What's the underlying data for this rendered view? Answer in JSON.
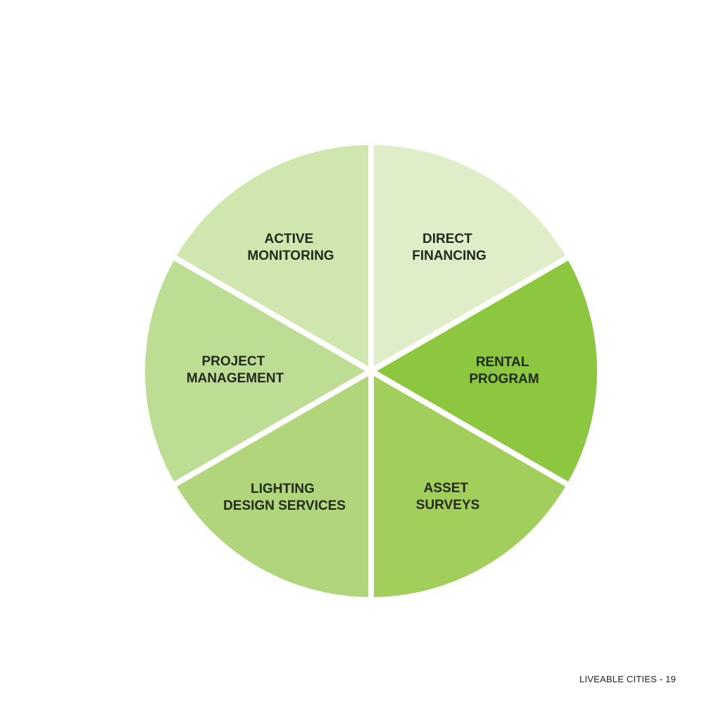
{
  "wheel": {
    "colors": {
      "direct-financing": "#dfedc9",
      "rental-program": "#8dc63f",
      "asset-surveys": "#a2ce5c",
      "lighting-design-services": "#b0d57b",
      "project-management": "#bedd94",
      "active-monitoring": "#cfe6ae"
    },
    "segments": [
      {
        "key": "direct-financing",
        "lines": [
          "DIRECT",
          "FINANCING"
        ]
      },
      {
        "key": "rental-program",
        "lines": [
          "RENTAL",
          "PROGRAM"
        ]
      },
      {
        "key": "asset-surveys",
        "lines": [
          "ASSET",
          "SURVEYS"
        ]
      },
      {
        "key": "lighting-design-services",
        "lines": [
          "LIGHTING",
          "DESIGN SERVICES"
        ]
      },
      {
        "key": "project-management",
        "lines": [
          "PROJECT",
          "MANAGEMENT"
        ]
      },
      {
        "key": "active-monitoring",
        "lines": [
          "ACTIVE",
          "MONITORING"
        ]
      }
    ]
  },
  "footer": {
    "text": "LIVEABLE CITIES - 19"
  }
}
